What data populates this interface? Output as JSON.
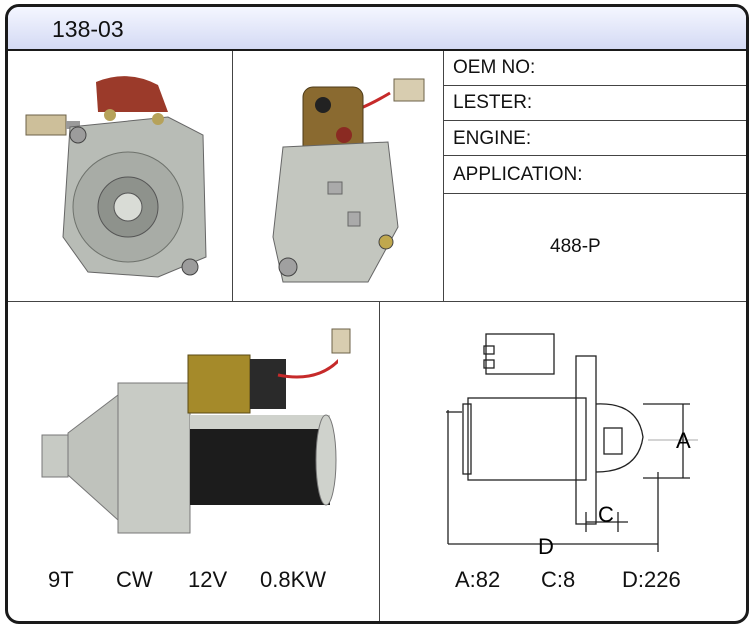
{
  "header": {
    "title": "138-03"
  },
  "info": {
    "oem_label": "OEM NO:",
    "lester_label": "LESTER:",
    "engine_label": "ENGINE:",
    "application_label": "APPLICATION:",
    "application_value": "488-P"
  },
  "specs": {
    "teeth": "9T",
    "rotation": "CW",
    "voltage": "12V",
    "power": "0.8KW"
  },
  "dimensions": {
    "a_label": "A",
    "c_label": "C",
    "d_label": "D",
    "a_value": "A:82",
    "c_value": "C:8",
    "d_value": "D:226"
  },
  "colors": {
    "header_bg": "#d4daf4",
    "border": "#1a1a1a"
  }
}
